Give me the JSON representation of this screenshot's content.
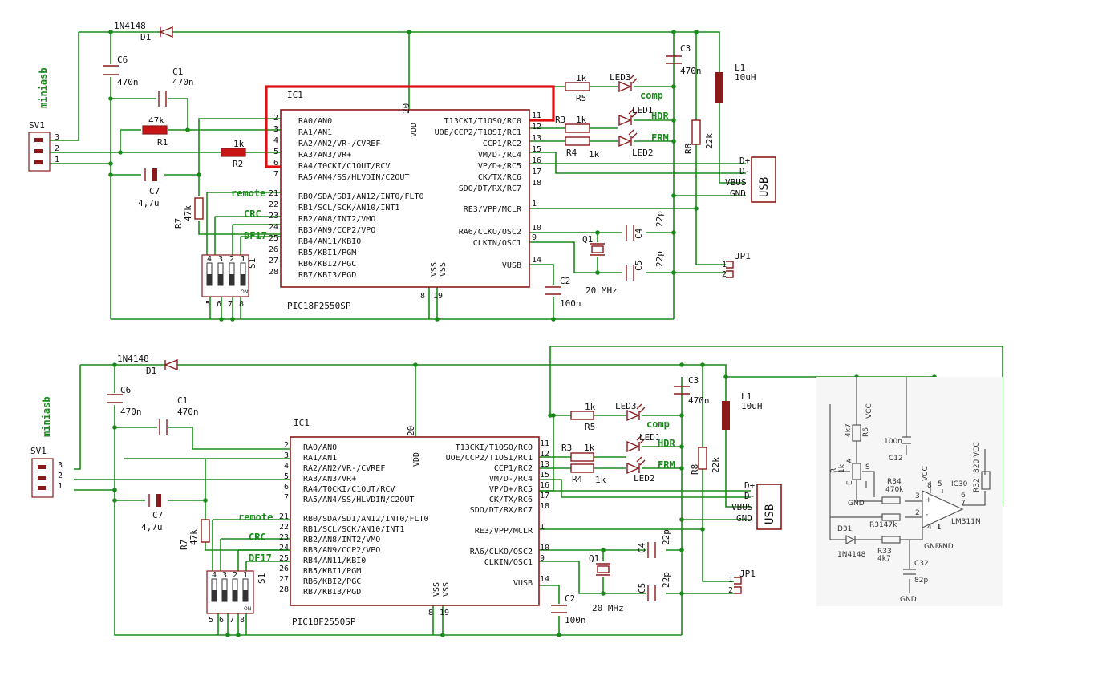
{
  "schematic_top": {
    "ic_name": "IC1",
    "ic_part": "PIC18F2550SP",
    "ic_pins_left": [
      {
        "num": "2",
        "name": "RA0/AN0"
      },
      {
        "num": "3",
        "name": "RA1/AN1"
      },
      {
        "num": "4",
        "name": "RA2/AN2/VR-/CVREF"
      },
      {
        "num": "5",
        "name": "RA3/AN3/VR+"
      },
      {
        "num": "6",
        "name": "RA4/T0CKI/C1OUT/RCV"
      },
      {
        "num": "7",
        "name": "RA5/AN4/SS/HLVDIN/C2OUT"
      },
      {
        "num": "21",
        "name": "RB0/SDA/SDI/AN12/INT0/FLT0"
      },
      {
        "num": "22",
        "name": "RB1/SCL/SCK/AN10/INT1"
      },
      {
        "num": "23",
        "name": "RB2/AN8/INT2/VMO"
      },
      {
        "num": "24",
        "name": "RB3/AN9/CCP2/VPO"
      },
      {
        "num": "25",
        "name": "RB4/AN11/KBI0"
      },
      {
        "num": "26",
        "name": "RB5/KBI1/PGM"
      },
      {
        "num": "27",
        "name": "RB6/KBI2/PGC"
      },
      {
        "num": "28",
        "name": "RB7/KBI3/PGD"
      }
    ],
    "ic_pins_right": [
      {
        "num": "11",
        "name": "T13CKI/T1OSO/RC0"
      },
      {
        "num": "12",
        "name": "UOE/CCP2/T1OSI/RC1"
      },
      {
        "num": "13",
        "name": "CCP1/RC2"
      },
      {
        "num": "15",
        "name": "VM/D-/RC4"
      },
      {
        "num": "16",
        "name": "VP/D+/RC5"
      },
      {
        "num": "17",
        "name": "CK/TX/RC6"
      },
      {
        "num": "18",
        "name": "SDO/DT/RX/RC7"
      },
      {
        "num": "1",
        "name": "RE3/VPP/MCLR"
      },
      {
        "num": "10",
        "name": "RA6/CLKO/OSC2"
      },
      {
        "num": "9",
        "name": "CLKIN/OSC1"
      },
      {
        "num": "14",
        "name": "VUSB"
      }
    ],
    "ic_vdd_pin": "20",
    "ic_vdd": "VDD",
    "ic_vss_pins": [
      "8",
      "19"
    ],
    "ic_vss": "VSS",
    "connector": {
      "name": "SV1",
      "label": "miniasb",
      "pins": [
        "3",
        "2",
        "1"
      ]
    },
    "d1": {
      "part": "1N4148",
      "name": "D1"
    },
    "c6": {
      "name": "C6",
      "value": "470n"
    },
    "c1": {
      "name": "C1",
      "value": "470n"
    },
    "r1": {
      "name": "R1",
      "value": "47k"
    },
    "r2": {
      "name": "R2",
      "value": "1k"
    },
    "c7": {
      "name": "C7",
      "value": "4,7u"
    },
    "r7": {
      "name": "R7",
      "value": "47k"
    },
    "s1": {
      "name": "S1",
      "on": "ON",
      "top_pins": [
        "4",
        "3",
        "2",
        "1"
      ],
      "bottom_pins": [
        "5",
        "6",
        "7",
        "8"
      ]
    },
    "net_labels": [
      "remote",
      "CRC",
      "DF17"
    ],
    "r5": {
      "name": "R5",
      "value": "1k"
    },
    "r3": {
      "name": "R3",
      "value": "1k"
    },
    "r4": {
      "name": "R4",
      "value": "1k"
    },
    "led3": "LED3",
    "led1": "LED1",
    "led2": "LED2",
    "led_labels": [
      "comp",
      "HDR",
      "FRM"
    ],
    "c3": {
      "name": "C3",
      "value": "470n"
    },
    "l1": {
      "name": "L1",
      "value": "10uH"
    },
    "r8": {
      "name": "R8",
      "value": "22k"
    },
    "usb": {
      "label": "USB",
      "pins": [
        "D+",
        "D-",
        "VBUS",
        "GND"
      ]
    },
    "c4": {
      "name": "C4",
      "value": "22p"
    },
    "c5": {
      "name": "C5",
      "value": "22p"
    },
    "q1": {
      "name": "Q1",
      "value": "20 MHz"
    },
    "c2": {
      "name": "C2",
      "value": "100n"
    },
    "jp1": {
      "name": "JP1",
      "pins": [
        "1",
        "2"
      ]
    }
  },
  "schematic_bottom": {
    "ic_name": "IC1",
    "ic_part": "PIC18F2550SP",
    "d1": {
      "part": "1N4148",
      "name": "D1"
    },
    "c6": {
      "name": "C6",
      "value": "470n"
    },
    "c1": {
      "name": "C1",
      "value": "470n"
    },
    "c7": {
      "name": "C7",
      "value": "4,7u"
    },
    "r7": {
      "name": "R7",
      "value": "47k"
    },
    "connector": {
      "name": "SV1",
      "label": "miniasb",
      "pins": [
        "3",
        "2",
        "1"
      ]
    },
    "s1": {
      "name": "S1",
      "on": "ON",
      "top_pins": [
        "4",
        "3",
        "2",
        "1"
      ],
      "bottom_pins": [
        "5",
        "6",
        "7",
        "8"
      ]
    },
    "net_labels": [
      "remote",
      "CRC",
      "DF17"
    ],
    "r5": {
      "name": "R5",
      "value": "1k"
    },
    "r3": {
      "name": "R3",
      "value": "1k"
    },
    "r4": {
      "name": "R4",
      "value": "1k"
    },
    "led3": "LED3",
    "led1": "LED1",
    "led2": "LED2",
    "led_labels": [
      "comp",
      "HDR",
      "FRM"
    ],
    "c3": {
      "name": "C3",
      "value": "470n"
    },
    "l1": {
      "name": "L1",
      "value": "10uH"
    },
    "r8": {
      "name": "R8",
      "value": "22k"
    },
    "usb": {
      "label": "USB",
      "pins": [
        "D+",
        "D-",
        "VBUS",
        "GND"
      ]
    },
    "c4": {
      "name": "C4",
      "value": "22p"
    },
    "c5": {
      "name": "C5",
      "value": "22p"
    },
    "q1": {
      "name": "Q1",
      "value": "20 MHz"
    },
    "c2": {
      "name": "C2",
      "value": "100n"
    },
    "jp1": {
      "name": "JP1",
      "pins": [
        "1",
        "2"
      ]
    }
  },
  "comparator_block": {
    "r6": {
      "name": "R6",
      "value": "4k7"
    },
    "vcc": "VCC",
    "c12": {
      "name": "C12",
      "value": "100n"
    },
    "r1k": {
      "name": "R",
      "value": "1k"
    },
    "pot_pins": [
      "A",
      "S",
      "E"
    ],
    "r34": {
      "name": "R34",
      "value": "470k"
    },
    "r31": {
      "name": "R31",
      "value": "47k",
      "label": "R3147k"
    },
    "d31": {
      "name": "D31",
      "part": "1N4148"
    },
    "r33": {
      "name": "R33",
      "value": "4k7"
    },
    "c32": {
      "name": "C32",
      "value": "82p"
    },
    "ic30": {
      "name": "IC30",
      "part": "LM311N",
      "pins": [
        "8",
        "5",
        "6",
        "7",
        "1",
        "4",
        "2",
        "3"
      ]
    },
    "r32": {
      "name": "R32",
      "value": "820"
    },
    "gnd": "GND",
    "opamp_signs": [
      "+",
      "-"
    ]
  }
}
